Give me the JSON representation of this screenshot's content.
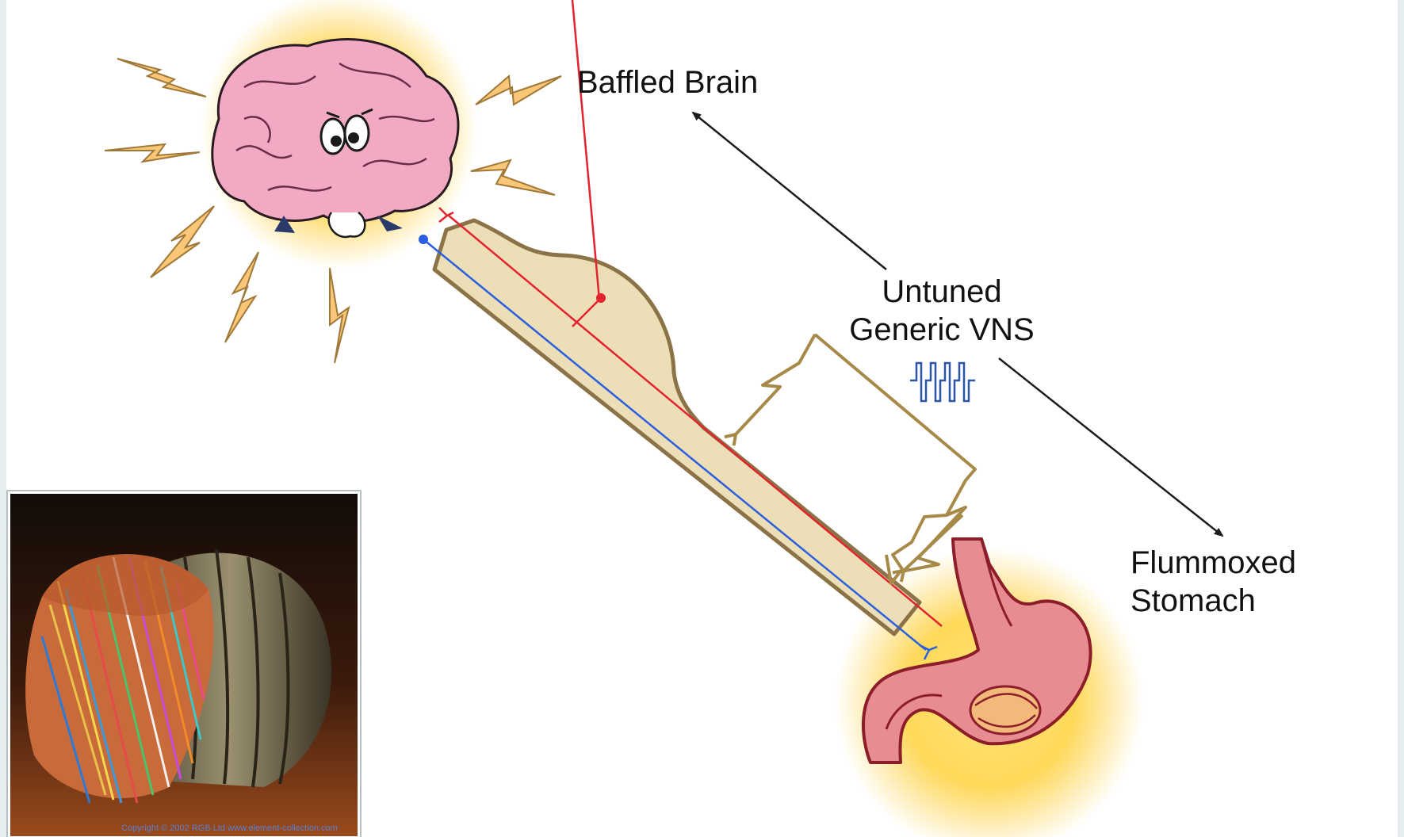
{
  "labels": {
    "brain": "Baffled Brain",
    "vns_line1": "Untuned",
    "vns_line2": "Generic VNS",
    "stomach_line1": "Flummoxed",
    "stomach_line2": "Stomach"
  },
  "inset": {
    "copyright": "Copyright © 2002 RGB Ltd www.element-collection.com"
  },
  "colors": {
    "nerve_fill": "#ecdfb8",
    "nerve_outline": "#8c7347",
    "sensory_line": "#e3232e",
    "motor_line": "#2b5fe0",
    "glow": "#ffd23c",
    "brain": "#f2a9c4",
    "stomach": "#e88c94",
    "bolt": "#f9c777",
    "arrow": "#1c1c1c",
    "pulse": "#2a55a8"
  },
  "icons": [
    "brain-cartoon-icon",
    "stomach-icon",
    "lightning-bolt-icon",
    "pulse-waveform-icon",
    "cable-bundle-photo"
  ]
}
